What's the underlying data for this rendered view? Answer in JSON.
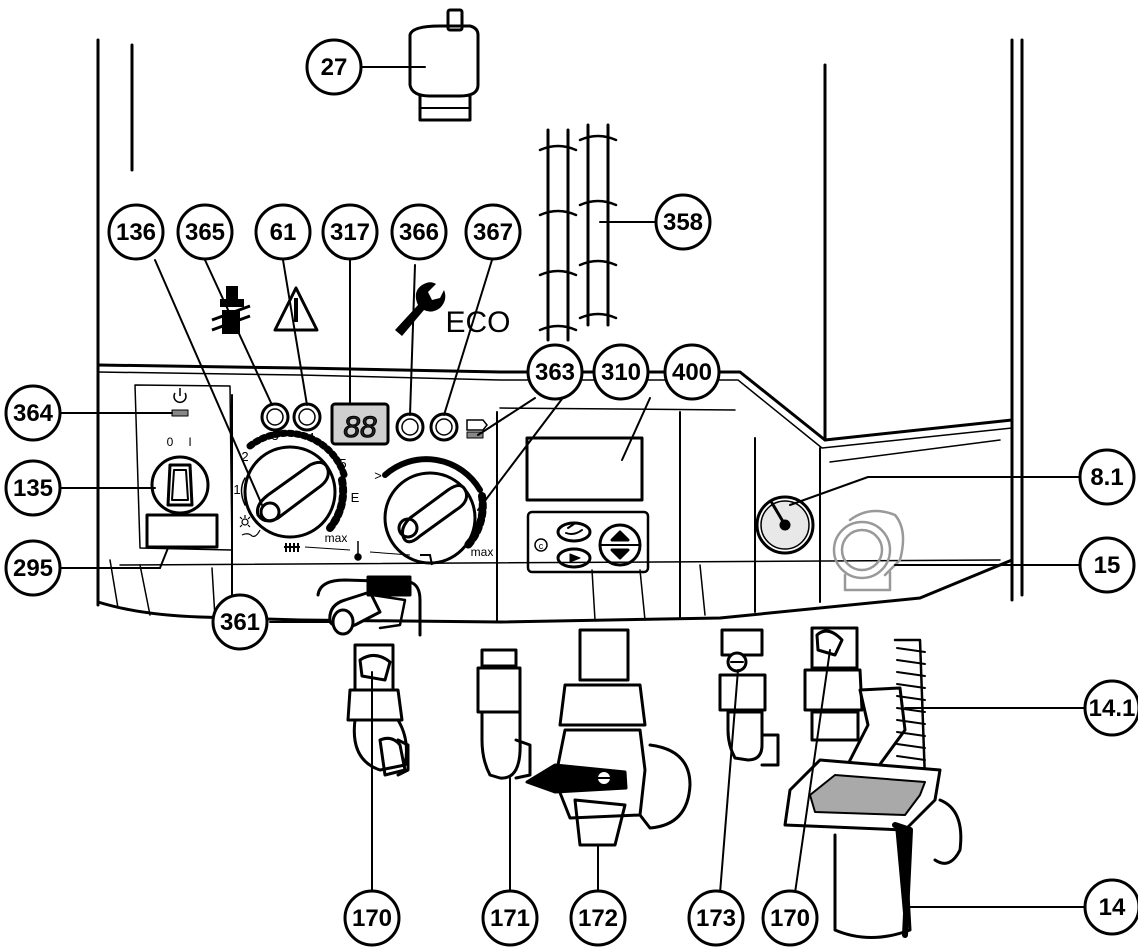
{
  "callouts": [
    {
      "id": "27",
      "label": "27"
    },
    {
      "id": "136",
      "label": "136"
    },
    {
      "id": "365",
      "label": "365"
    },
    {
      "id": "61",
      "label": "61"
    },
    {
      "id": "317",
      "label": "317"
    },
    {
      "id": "366",
      "label": "366"
    },
    {
      "id": "367",
      "label": "367"
    },
    {
      "id": "358",
      "label": "358"
    },
    {
      "id": "363",
      "label": "363"
    },
    {
      "id": "310",
      "label": "310"
    },
    {
      "id": "400",
      "label": "400"
    },
    {
      "id": "364",
      "label": "364"
    },
    {
      "id": "135",
      "label": "135"
    },
    {
      "id": "295",
      "label": "295"
    },
    {
      "id": "8.1",
      "label": "8.1"
    },
    {
      "id": "15",
      "label": "15"
    },
    {
      "id": "361",
      "label": "361"
    },
    {
      "id": "14.1",
      "label": "14.1"
    },
    {
      "id": "14",
      "label": "14"
    },
    {
      "id": "170a",
      "label": "170"
    },
    {
      "id": "171",
      "label": "171"
    },
    {
      "id": "172",
      "label": "172"
    },
    {
      "id": "173",
      "label": "173"
    },
    {
      "id": "170b",
      "label": "170"
    }
  ],
  "panel": {
    "eco_label": "ECO",
    "display_value": "88",
    "switch_off": "0",
    "switch_on": "I",
    "dial_left": {
      "ticks": [
        "1",
        "2",
        "3",
        "4",
        "5",
        "E"
      ],
      "max_label": "max"
    },
    "dial_right": {
      "max_label": "max",
      "min_mark": ">"
    }
  },
  "icons": {
    "chimney": "chimney-sweep-icon",
    "warning": "warning-triangle-icon",
    "wrench": "wrench-icon",
    "power": "power-icon",
    "radiator": "radiator-icon",
    "thermometer": "thermometer-icon",
    "tap": "tap-icon",
    "sun": "sun-icon",
    "back": "back-arrow-icon",
    "forward": "forward-arrow-icon",
    "up": "up-arrow-icon",
    "down": "down-arrow-icon",
    "copyright": "c-icon"
  }
}
